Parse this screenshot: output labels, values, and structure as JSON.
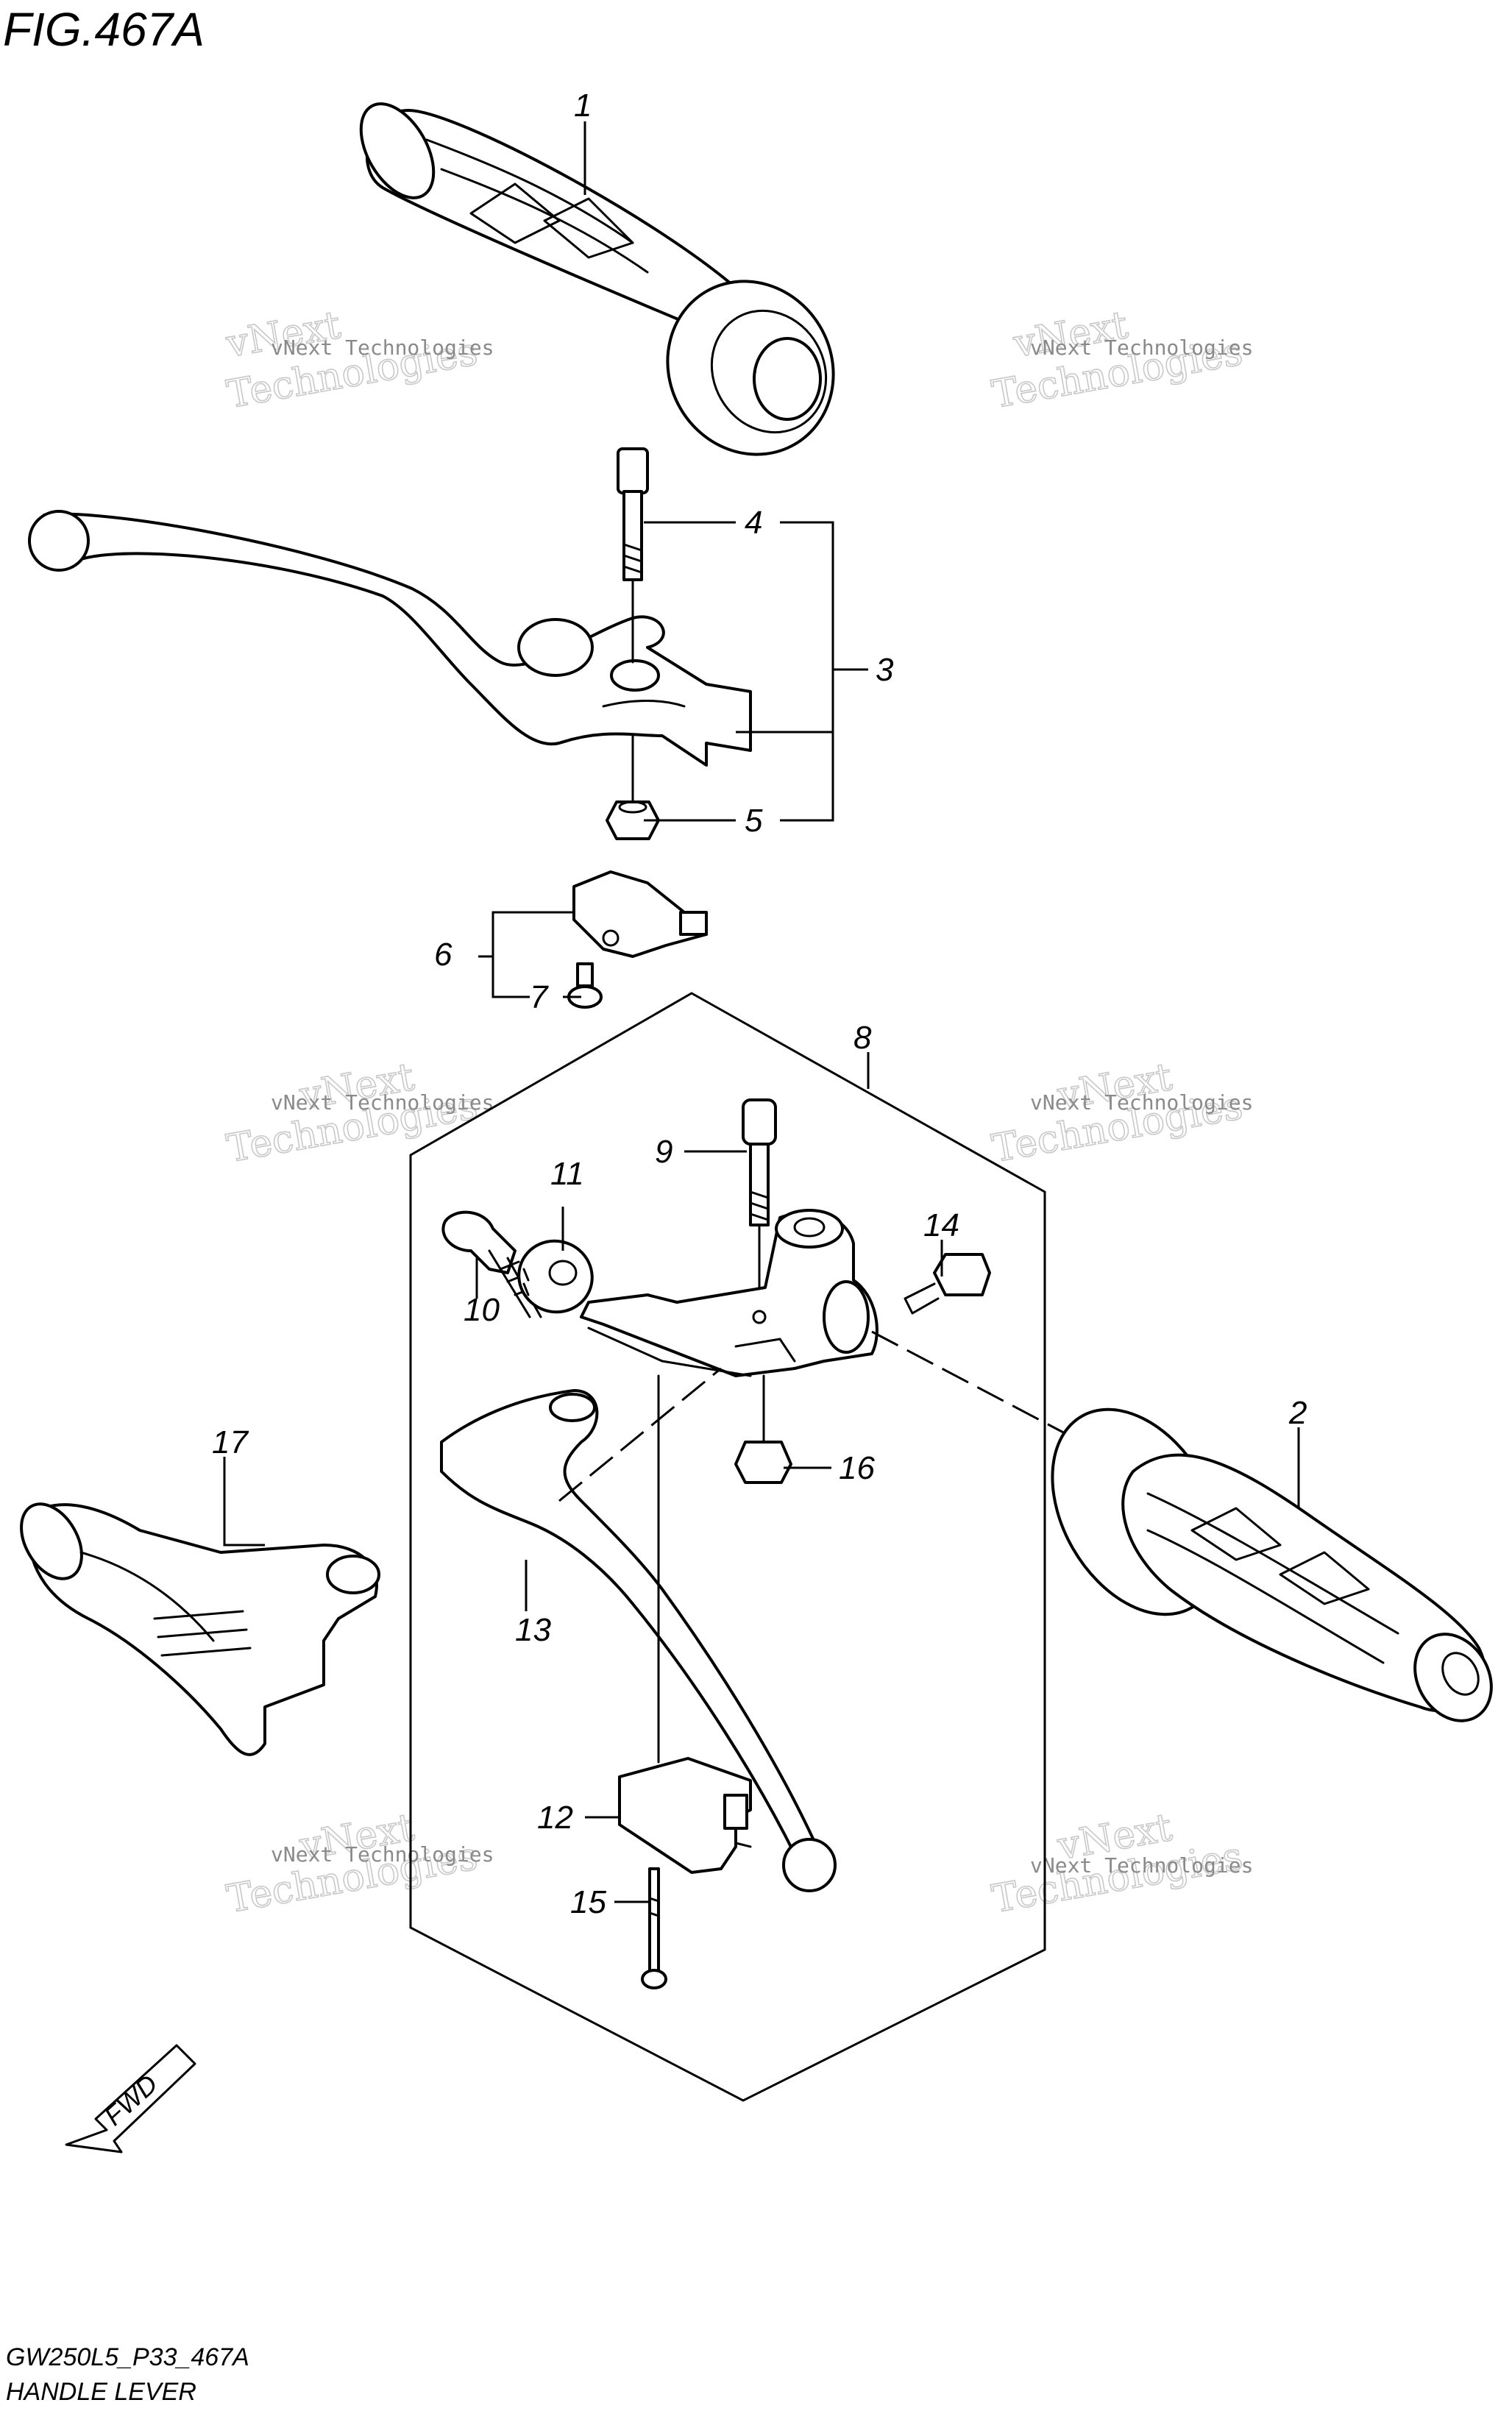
{
  "figure": {
    "title": "FIG.467A",
    "model_code": "GW250L5_P33_467A",
    "name": "HANDLE LEVER",
    "fwd_label": "FWD"
  },
  "watermark": {
    "line1": "vNext Technologies",
    "line2": "vNext",
    "line3": "Technologies"
  },
  "callouts": [
    "1",
    "2",
    "3",
    "4",
    "5",
    "6",
    "7",
    "8",
    "9",
    "10",
    "11",
    "12",
    "13",
    "14",
    "15",
    "16",
    "17"
  ]
}
